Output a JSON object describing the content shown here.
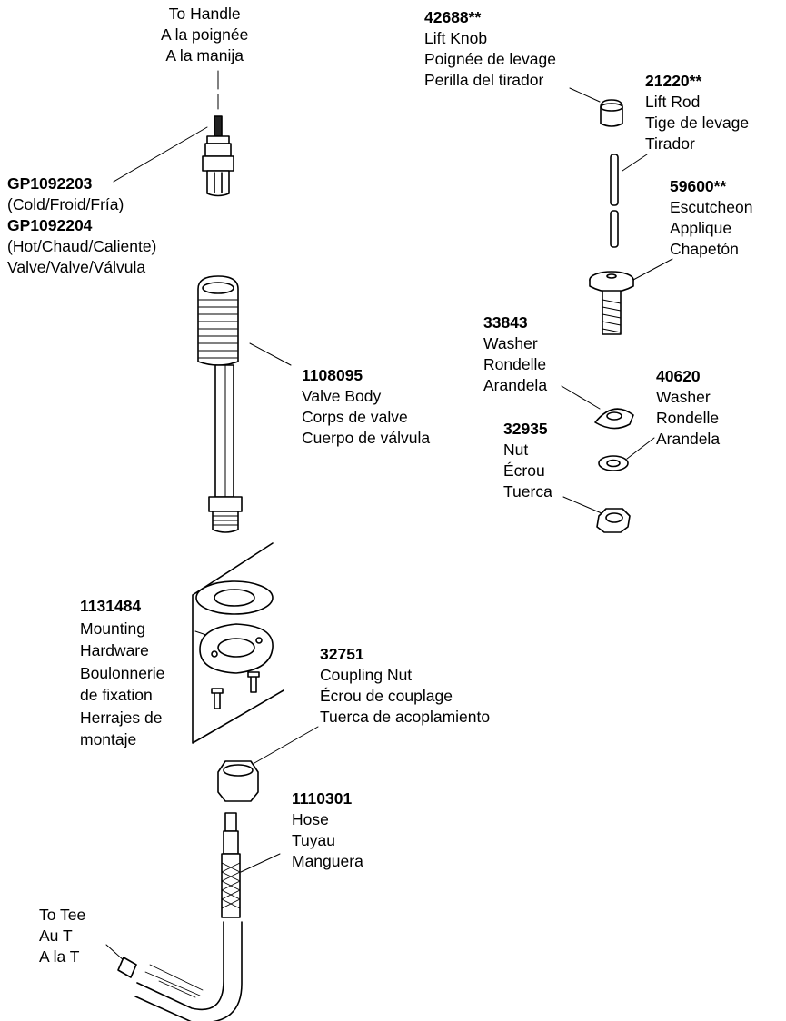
{
  "labels": {
    "to_handle": [
      "To Handle",
      "A la poignée",
      "A la manija"
    ],
    "valve": [
      "GP1092203",
      "(Cold/Froid/Fría)",
      "GP1092204",
      "(Hot/Chaud/Caliente)",
      "Valve/Valve/Válvula"
    ],
    "lift_knob": [
      "42688**",
      "Lift Knob",
      "Poignée de levage",
      "Perilla del tirador"
    ],
    "lift_rod": [
      "21220**",
      "Lift Rod",
      "Tige de levage",
      "Tirador"
    ],
    "escutcheon": [
      "59600**",
      "Escutcheon",
      "Applique",
      "Chapetón"
    ],
    "washer_33843": [
      "33843",
      "Washer",
      "Rondelle",
      "Arandela"
    ],
    "washer_40620": [
      "40620",
      "Washer",
      "Rondelle",
      "Arandela"
    ],
    "nut": [
      "32935",
      "Nut",
      "Écrou",
      "Tuerca"
    ],
    "valve_body": [
      "1108095",
      "Valve Body",
      "Corps de valve",
      "Cuerpo de válvula"
    ],
    "mounting_hardware": [
      "1131484",
      "Mounting",
      "Hardware",
      "Boulonnerie",
      "de fixation",
      "Herrajes de",
      "montaje"
    ],
    "coupling_nut": [
      "32751",
      "Coupling Nut",
      "Écrou de couplage",
      "Tuerca de acoplamiento"
    ],
    "hose": [
      "1110301",
      "Hose",
      "Tuyau",
      "Manguera"
    ],
    "to_tee": [
      "To Tee",
      "Au T",
      "A la T"
    ]
  }
}
